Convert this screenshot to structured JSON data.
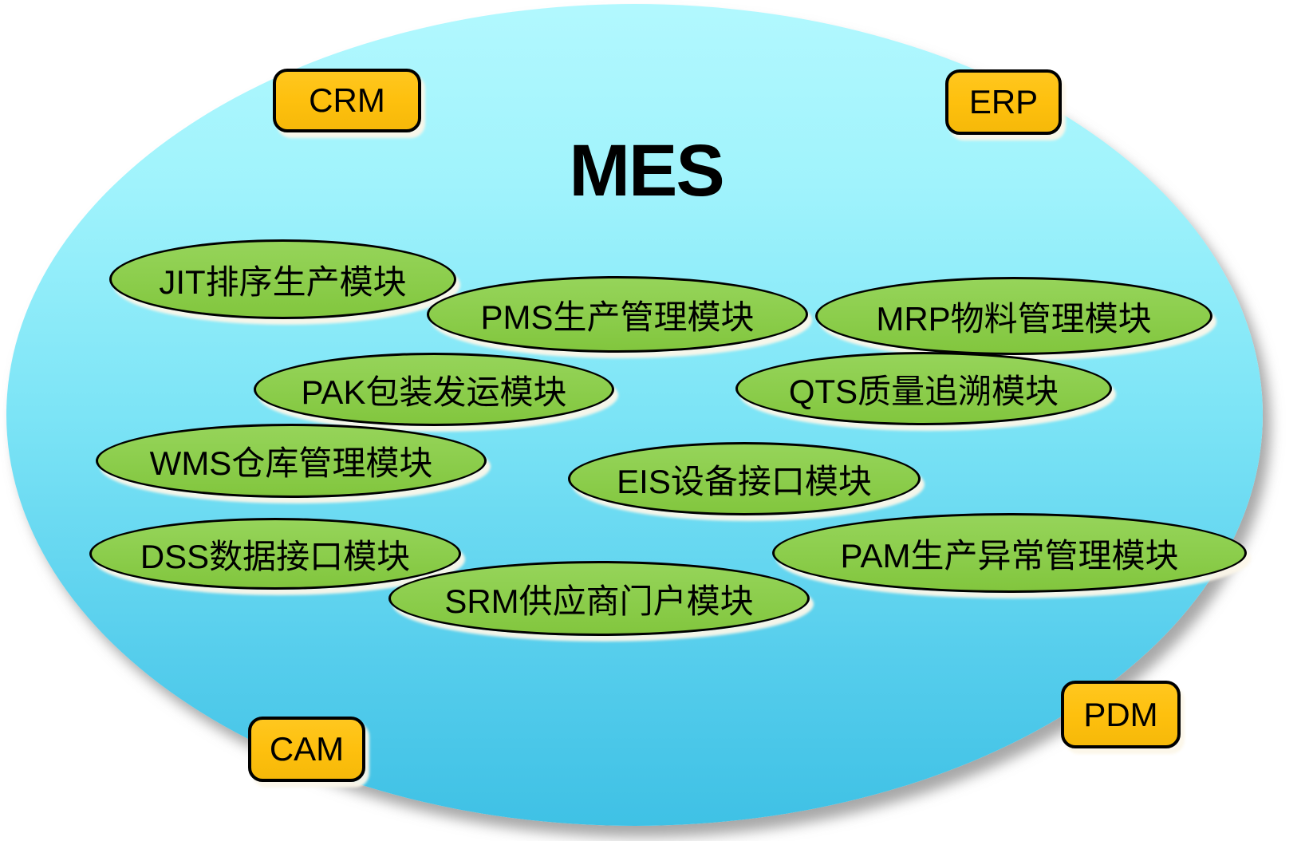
{
  "title": "MES",
  "colors": {
    "background": "#FFFFFF",
    "outer_ellipse_top": "#B2F8FE",
    "outer_ellipse_bottom": "#3FC1E5",
    "module_fill": "#8BCD4B",
    "module_border": "#000000",
    "external_fill": "#FEC00E",
    "external_border": "#000000",
    "text_color": "#000000"
  },
  "external_systems": [
    {
      "id": "crm",
      "label": "CRM"
    },
    {
      "id": "erp",
      "label": "ERP"
    },
    {
      "id": "cam",
      "label": "CAM"
    },
    {
      "id": "pdm",
      "label": "PDM"
    }
  ],
  "modules": [
    {
      "id": "jit",
      "label": "JIT排序生产模块"
    },
    {
      "id": "pms",
      "label": "PMS生产管理模块"
    },
    {
      "id": "mrp",
      "label": "MRP物料管理模块"
    },
    {
      "id": "pak",
      "label": "PAK包装发运模块"
    },
    {
      "id": "qts",
      "label": "QTS质量追溯模块"
    },
    {
      "id": "wms",
      "label": "WMS仓库管理模块"
    },
    {
      "id": "eis",
      "label": "EIS设备接口模块"
    },
    {
      "id": "dss",
      "label": "DSS数据接口模块"
    },
    {
      "id": "pam",
      "label": "PAM生产异常管理模块"
    },
    {
      "id": "srm",
      "label": "SRM供应商门户模块"
    }
  ]
}
